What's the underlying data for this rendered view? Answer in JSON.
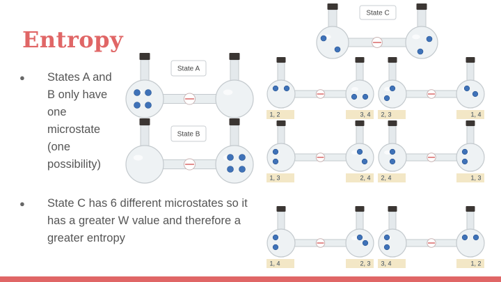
{
  "slide": {
    "title": "Entropy",
    "bullets": [
      {
        "marker": "●",
        "text": "States A and B only have one microstate (one possibility)"
      },
      {
        "marker": "●",
        "text": "State C has 6 different microstates so it has a greater W value and therefore a greater entropy"
      }
    ]
  },
  "figure": {
    "state_labels": {
      "a": "State A",
      "b": "State B",
      "c": "State C"
    },
    "microstate_labels": [
      [
        "1, 2",
        "3, 4",
        "2, 3",
        "1, 4"
      ],
      [
        "1, 3",
        "2, 4",
        "2, 4",
        "1, 3"
      ],
      [
        "1, 4",
        "2, 3",
        "3, 4",
        "1, 2"
      ]
    ]
  },
  "colors": {
    "accent": "#e06666",
    "molecule": "#3f72b8",
    "label_bg": "#f3e7c6"
  },
  "icons": [
    "flask-pair-icon",
    "molecule-icon",
    "valve-icon"
  ]
}
